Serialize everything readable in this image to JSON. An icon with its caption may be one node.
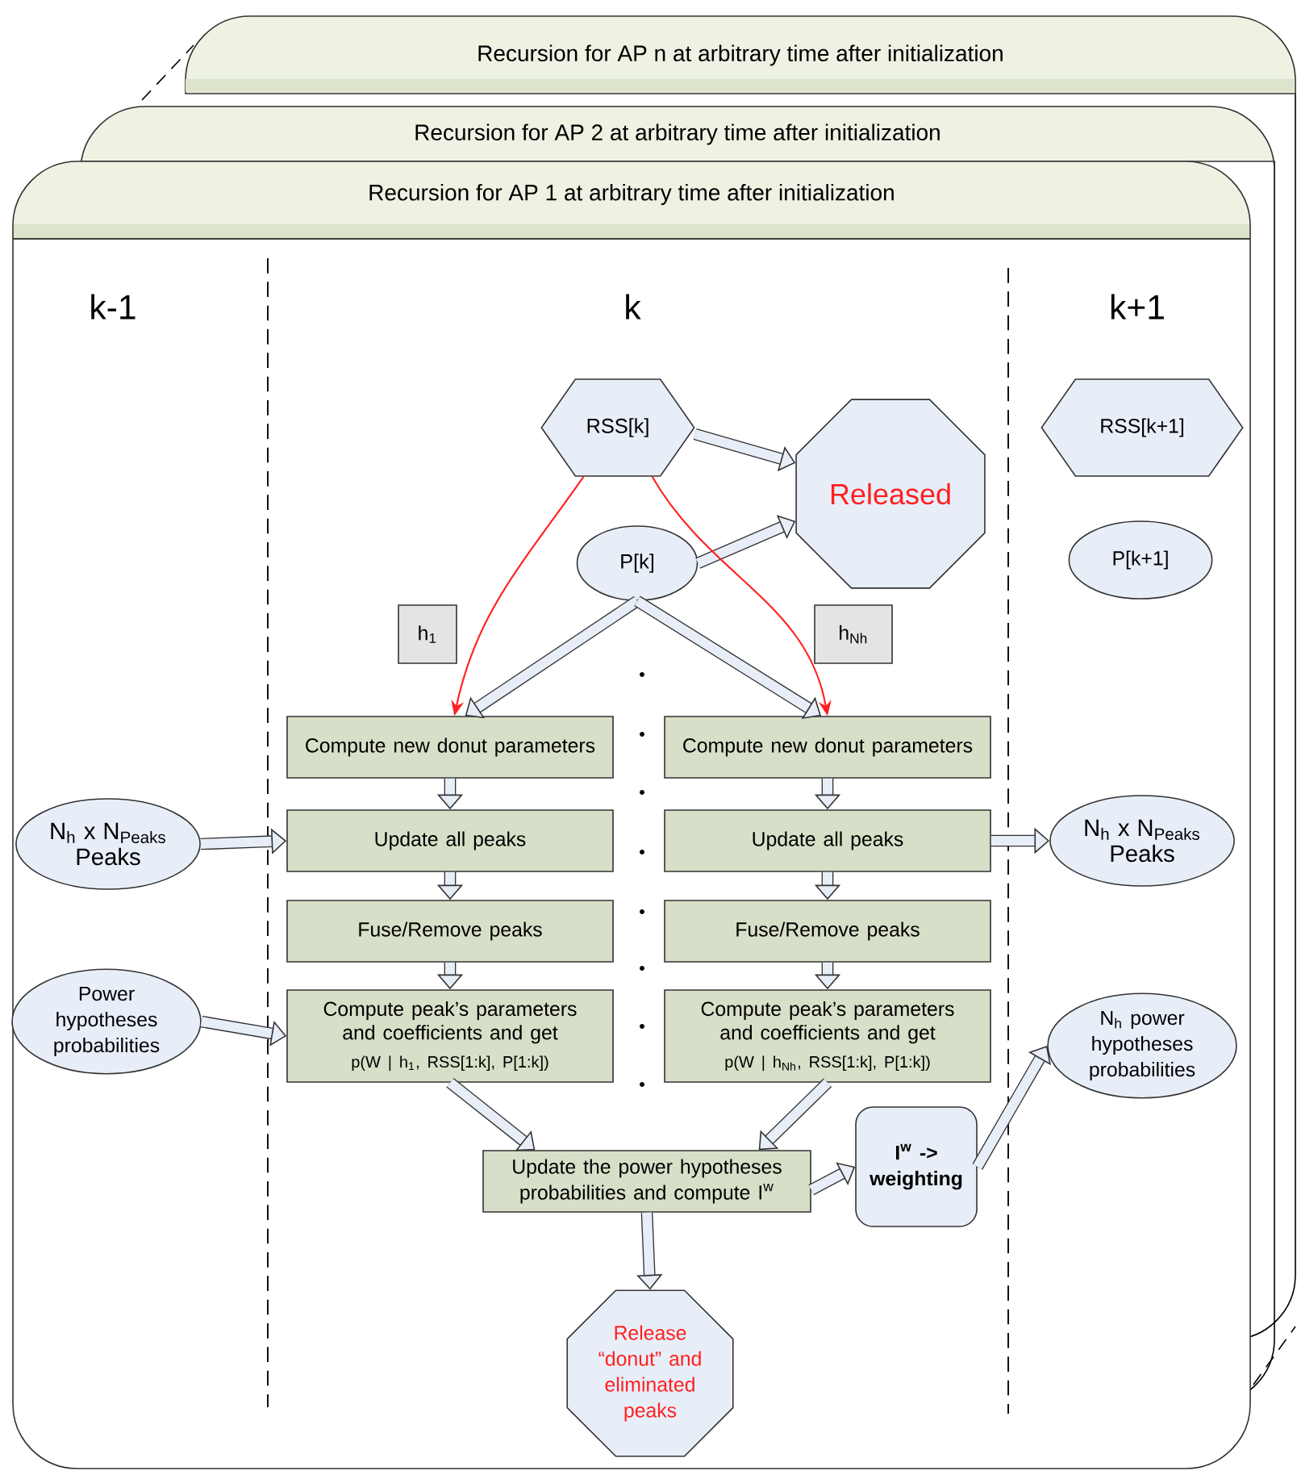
{
  "diagram": {
    "nodes": [
      {
        "text": [
          "Recursion for AP n at arbitrary time after initialization"
        ]
      },
      {
        "text": [
          "Recursion for AP 2 at arbitrary time after initialization"
        ]
      },
      {
        "text": [
          "Recursion for AP 1 at arbitrary time after initialization"
        ]
      },
      {
        "text": [
          "RSS[k]"
        ],
        "in": 2
      },
      {
        "text": [
          "Released"
        ],
        "in": 2
      },
      {
        "text": [
          "P[k]"
        ],
        "in": 2
      },
      {
        "text": [
          "RSS[k+1]"
        ],
        "in": 2
      },
      {
        "text": [
          "P[k+1]"
        ],
        "in": 2
      },
      {
        "text": [
          "h$_{1}$"
        ],
        "in": 2
      },
      {
        "text": [
          "h$_{Nh}$"
        ],
        "in": 2
      },
      {
        "text": [
          "Compute new donut parameters"
        ],
        "in": 2
      },
      {
        "text": [
          "Compute new donut parameters"
        ],
        "in": 2
      },
      {
        "text": [
          "N$_{h}$ x N$_{Peaks}$ Peaks"
        ],
        "in": 2
      },
      {
        "text": [
          "Update all peaks"
        ],
        "in": 2
      },
      {
        "text": [
          "Update all peaks"
        ],
        "in": 2
      },
      {
        "text": [
          "N$_{h}$ x N$_{Peaks}$ Peaks"
        ],
        "in": 2
      },
      {
        "text": [
          "Fuse/Remove peaks"
        ],
        "in": 2
      },
      {
        "text": [
          "Fuse/Remove peaks"
        ],
        "in": 2
      },
      {
        "text": [
          "Power hypotheses probabilities"
        ],
        "in": 2
      },
      {
        "text": [
          "Compute peak’s parameters and coefficients and get",
          "p(W | h$_{1}$, RSS[1:k], P[1:k])"
        ],
        "in": 2
      },
      {
        "text": [
          "Compute peak’s parameters and coefficients and get",
          "p(W | h$_{Nh}$, RSS[1:k], P[1:k])"
        ],
        "in": 2
      },
      {
        "text": [
          "Update the power hypotheses probabilities and compute I$^{w}$"
        ],
        "in": 2
      },
      {
        "text": [
          "I$^{w}$ -> weighting"
        ],
        "in": 2
      },
      {
        "text": [
          "N$_{h}$ power hypotheses probabilities"
        ],
        "in": 2
      },
      {
        "text": [
          "Release “donut” and eliminated peaks"
        ],
        "in": 2
      }
    ],
    "edges": [
      {
        "from": 3,
        "to": 4,
        "arrow": "to"
      },
      {
        "from": 5,
        "to": 4,
        "arrow": "to"
      },
      {
        "from": 3,
        "to": 10,
        "arrow": "to",
        "color": "#ff2020"
      },
      {
        "from": 3,
        "to": 11,
        "arrow": "to",
        "color": "#ff2020"
      },
      {
        "from": 5,
        "to": 10,
        "arrow": "to"
      },
      {
        "from": 5,
        "to": 11,
        "arrow": "to"
      },
      {
        "from": 10,
        "to": 13,
        "arrow": "to"
      },
      {
        "from": 11,
        "to": 14,
        "arrow": "to"
      },
      {
        "from": 12,
        "to": 13,
        "arrow": "to"
      },
      {
        "from": 14,
        "to": 15,
        "arrow": "to"
      },
      {
        "from": 13,
        "to": 16,
        "arrow": "to"
      },
      {
        "from": 14,
        "to": 17,
        "arrow": "to"
      },
      {
        "from": 16,
        "to": 19,
        "arrow": "to"
      },
      {
        "from": 17,
        "to": 20,
        "arrow": "to"
      },
      {
        "from": 18,
        "to": 19,
        "arrow": "to"
      },
      {
        "from": 19,
        "to": 21,
        "arrow": "to"
      },
      {
        "from": 20,
        "to": 21,
        "arrow": "to"
      },
      {
        "from": 21,
        "to": 22,
        "arrow": "to"
      },
      {
        "from": 22,
        "to": 23,
        "arrow": "to"
      },
      {
        "from": 21,
        "to": 24,
        "arrow": "to"
      }
    ],
    "labels": [
      "k-1",
      "k",
      "k+1"
    ]
  }
}
